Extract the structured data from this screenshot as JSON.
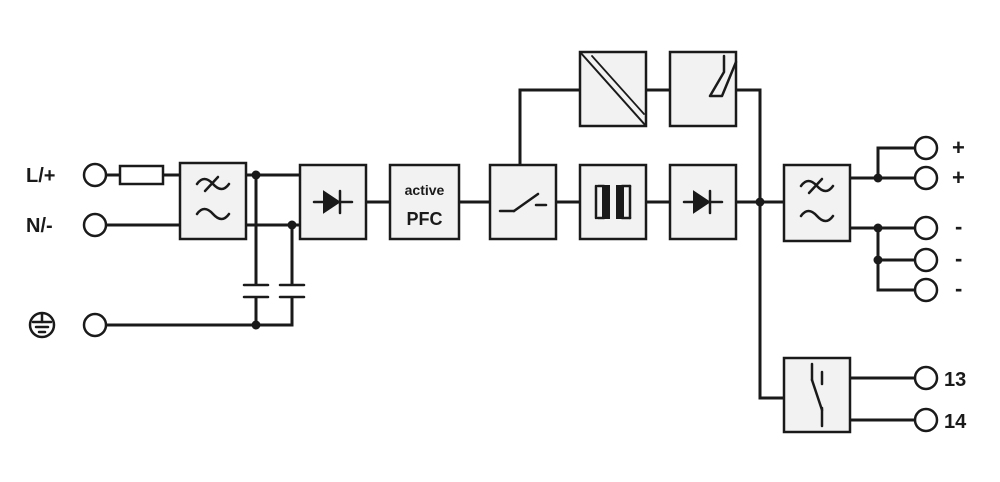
{
  "inputs": {
    "line_label": "L/+",
    "neutral_label": "N/-"
  },
  "pfc_block": {
    "line1": "active",
    "line2": "PFC"
  },
  "outputs": {
    "plus_1": "+",
    "plus_2": "+",
    "minus_1": "-",
    "minus_2": "-",
    "minus_3": "-"
  },
  "relay": {
    "contact_1": "13",
    "contact_2": "14"
  },
  "icons": {
    "ground": "protective-earth-icon",
    "filter": "emi-filter-icon",
    "rectifier": "diode-icon",
    "switch": "switch-icon",
    "transformer": "transformer-icon",
    "converter": "dc-converter-icon",
    "monitor": "voltage-monitor-icon"
  },
  "colors": {
    "line": "#1a1a1a",
    "block_fill": "#f2f2f2",
    "background": "#ffffff"
  }
}
